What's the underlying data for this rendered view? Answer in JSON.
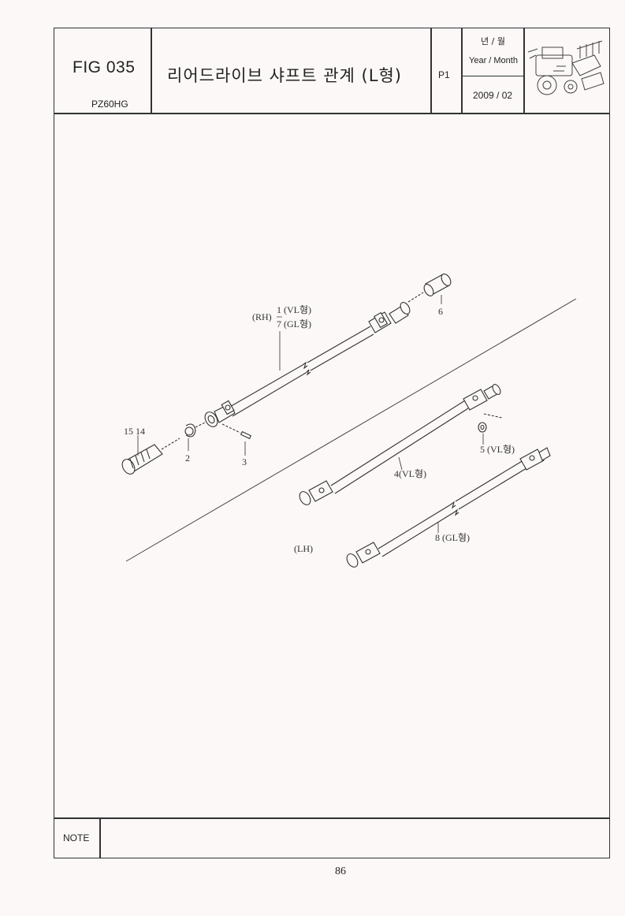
{
  "header": {
    "fig_number": "FIG 035",
    "model": "PZ60HG",
    "title": "리어드라이브 샤프트 관계 (L형)",
    "page_code": "P1",
    "year_month_ko": "년 / 월",
    "year_month_en": "Year / Month",
    "date": "2009 / 02",
    "thumbnail_icon": "rice-transplanter-illustration"
  },
  "parts": {
    "rh_label": "(RH)",
    "lh_label": "(LH)",
    "p1": "1 (VL형)",
    "p7": "7 (GL형)",
    "p6": "6",
    "p15_14": "15 14",
    "p2": "2",
    "p3": "3",
    "p4": "4(VL형)",
    "p5": "5 (VL형)",
    "p8": "8 (GL형)"
  },
  "footer": {
    "note_label": "NOTE",
    "note_text": "",
    "page_number": "86"
  }
}
